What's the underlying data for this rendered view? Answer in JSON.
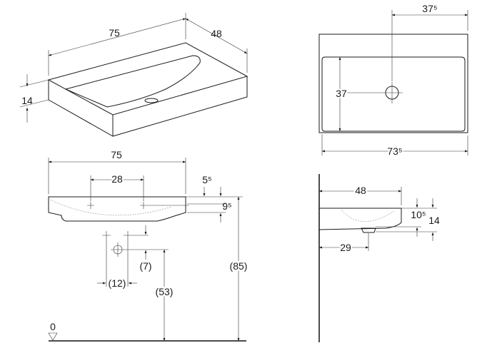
{
  "iso_view": {
    "width": "75",
    "depth": "48",
    "height": "14"
  },
  "top_view": {
    "offset_sup": "37⁵",
    "height": "37",
    "width_sup": "73⁵"
  },
  "front_view": {
    "width": "75",
    "holes": "28",
    "rim_a": "5⁵",
    "rim_b": "9⁵",
    "drop": "(7)",
    "spacing": "(12)",
    "waste": "(53)",
    "total": "(85)",
    "floor": "0"
  },
  "side_view": {
    "depth": "48",
    "thk_a": "10⁵",
    "thk_b": "14",
    "outlet": "29"
  }
}
